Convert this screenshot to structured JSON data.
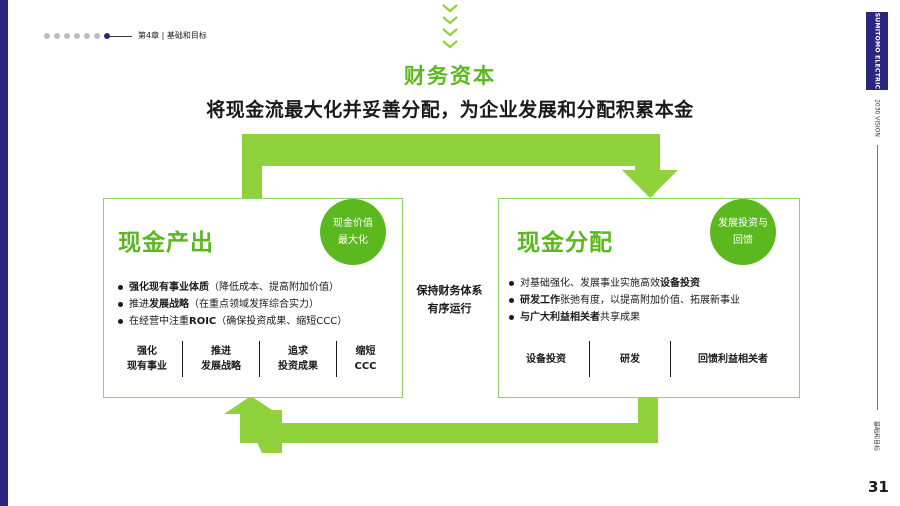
{
  "header": {
    "breadcrumb": "第4章 | 基础和目标",
    "progress_dots": 7,
    "active_dot": 6
  },
  "title": "财务资本",
  "subtitle": "将现金流最大化并妥善分配，为企业发展和分配积累本金",
  "left_card": {
    "title": "现金产出",
    "badge_line1": "现金价值",
    "badge_line2": "最大化",
    "bullets": [
      {
        "pre": "",
        "bold": "强化现有事业体质",
        "post": "（降低成本、提高附加价值）"
      },
      {
        "pre": "推进",
        "bold": "发展战略",
        "post": "（在重点领域发挥综合实力）"
      },
      {
        "pre": "在经营中注重",
        "bold": "ROIC",
        "post": "（确保投资成果、缩短CCC）"
      }
    ],
    "columns": [
      {
        "line1": "强化",
        "line2": "现有事业"
      },
      {
        "line1": "推进",
        "line2": "发展战略"
      },
      {
        "line1": "追求",
        "line2": "投资成果"
      },
      {
        "line1": "缩短",
        "line2": "CCC"
      }
    ]
  },
  "center": {
    "line1": "保持财务体系",
    "line2": "有序运行"
  },
  "right_card": {
    "title": "现金分配",
    "badge_line1": "发展投资与",
    "badge_line2": "回馈",
    "bullets": [
      {
        "pre": "对基础强化、发展事业实施高效",
        "bold": "设备投资",
        "post": ""
      },
      {
        "pre": "",
        "bold": "研发工作",
        "post": "张弛有度，以提高附加价值、拓展新事业"
      },
      {
        "pre": "",
        "bold": "与广大利益相关者",
        "post": "共享成果"
      }
    ],
    "columns": [
      {
        "line1": "设备投资"
      },
      {
        "line1": "研发"
      },
      {
        "line1": "回馈利益相关者"
      }
    ]
  },
  "sidebar": {
    "brand": "SUMITOMO ELECTRIC",
    "vision": "2030 VISION",
    "section_label": "基础和目标",
    "page_number": "31"
  },
  "colors": {
    "brand_navy": "#2a2680",
    "accent_green": "#5bb81e",
    "arrow_green": "#8fd23c"
  }
}
